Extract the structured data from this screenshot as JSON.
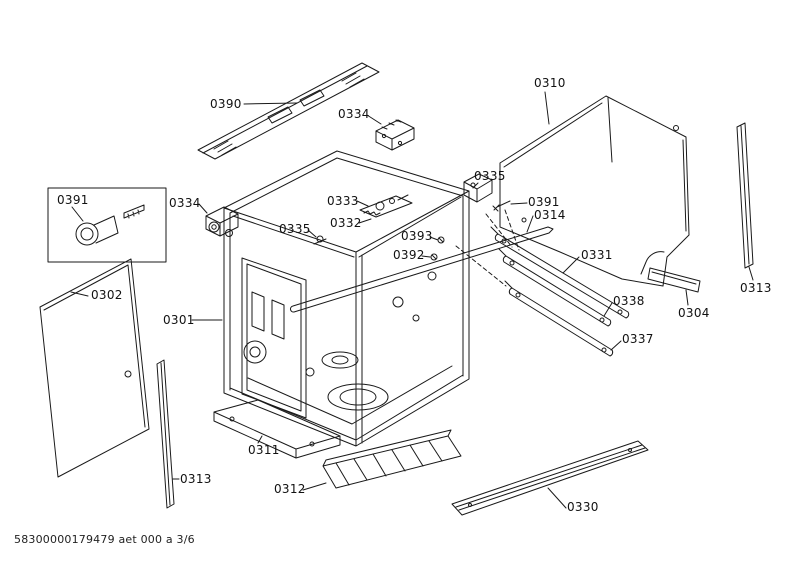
{
  "page": {
    "background": "#ffffff",
    "line_color": "#1a1a1a",
    "footer": "58300000179479 aet 000 a 3/6"
  },
  "diagram": {
    "description": "Exploded parts diagram of dishwasher tub assembly, sheet 3 of 6",
    "labels": [
      {
        "part": "0390"
      },
      {
        "part": "0334"
      },
      {
        "part": "0310"
      },
      {
        "part": "0391"
      },
      {
        "part": "0334"
      },
      {
        "part": "0335"
      },
      {
        "part": "0333"
      },
      {
        "part": "0391"
      },
      {
        "part": "0314"
      },
      {
        "part": "0332"
      },
      {
        "part": "0393"
      },
      {
        "part": "0335"
      },
      {
        "part": "0392"
      },
      {
        "part": "0331"
      },
      {
        "part": "0338"
      },
      {
        "part": "0304"
      },
      {
        "part": "0313"
      },
      {
        "part": "0337"
      },
      {
        "part": "0302"
      },
      {
        "part": "0301"
      },
      {
        "part": "0313"
      },
      {
        "part": "0311"
      },
      {
        "part": "0312"
      },
      {
        "part": "0330"
      }
    ]
  }
}
